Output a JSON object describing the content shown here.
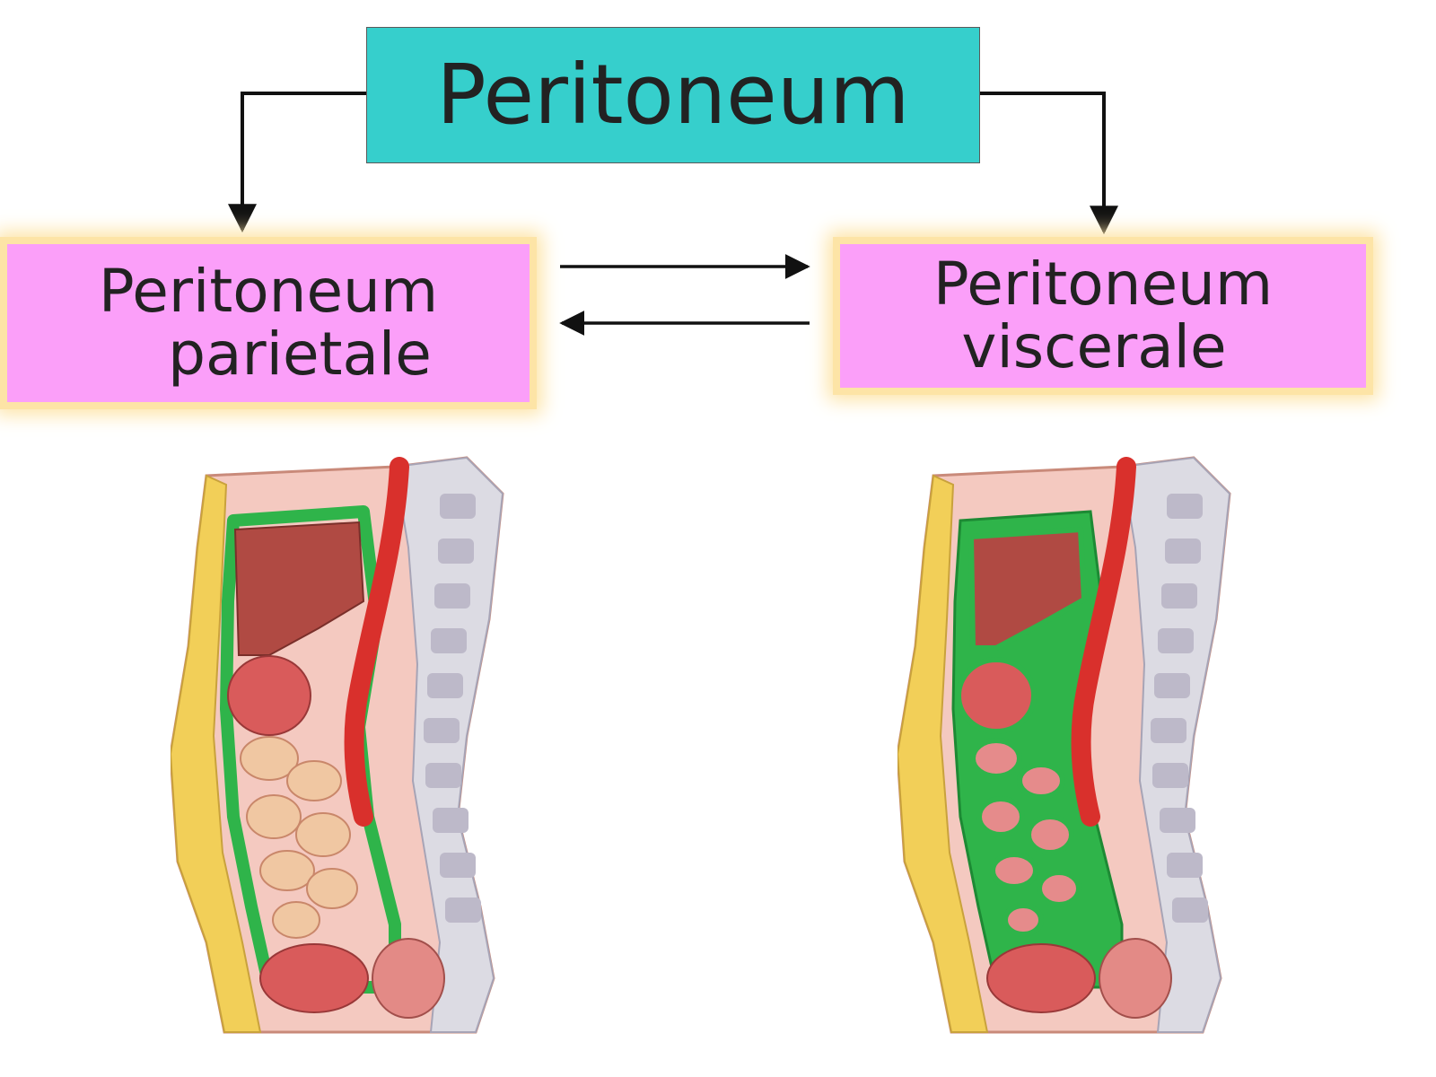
{
  "diagram": {
    "title": "Peritoneum",
    "left_node": {
      "line1": "Peritoneum",
      "line2": "parietale"
    },
    "right_node": {
      "line1": "Peritoneum",
      "line2": "viscerale"
    }
  },
  "colors": {
    "title_fill": "#36cfcc",
    "node_fill": "#fb9ff9",
    "node_glow": "#fde4a6",
    "parietal_highlight": "#2fb44a",
    "visceral_highlight": "#2fb44a",
    "liver": "#b04a43",
    "aorta": "#d9302c",
    "fat": "#f2cf58",
    "bowel": "#f0c7a2"
  },
  "illustrations": {
    "left": {
      "highlight": "parietal-peritoneum",
      "icon": "sagittal-abdomen-section"
    },
    "right": {
      "highlight": "visceral-peritoneum",
      "icon": "sagittal-abdomen-section"
    }
  }
}
